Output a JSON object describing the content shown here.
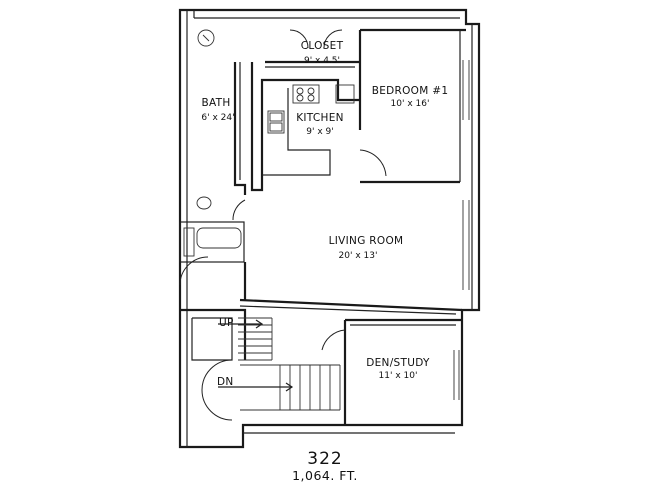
{
  "rooms": {
    "closet": {
      "name": "CLOSET",
      "size": "9' x 4.5'"
    },
    "bedroom": {
      "name": "BEDROOM #1",
      "size": "10' x 16'"
    },
    "bath": {
      "name": "BATH",
      "size": "6' x 24'"
    },
    "kitchen": {
      "name": "KITCHEN",
      "size": "9' x 9'"
    },
    "living": {
      "name": "LIVING ROOM",
      "size": "20' x 13'"
    },
    "den": {
      "name": "DEN/STUDY",
      "size": "11' x 10'"
    }
  },
  "stairs": {
    "up": "UP",
    "down": "DN"
  },
  "unit": {
    "number": "322",
    "area": "1,064. FT."
  }
}
